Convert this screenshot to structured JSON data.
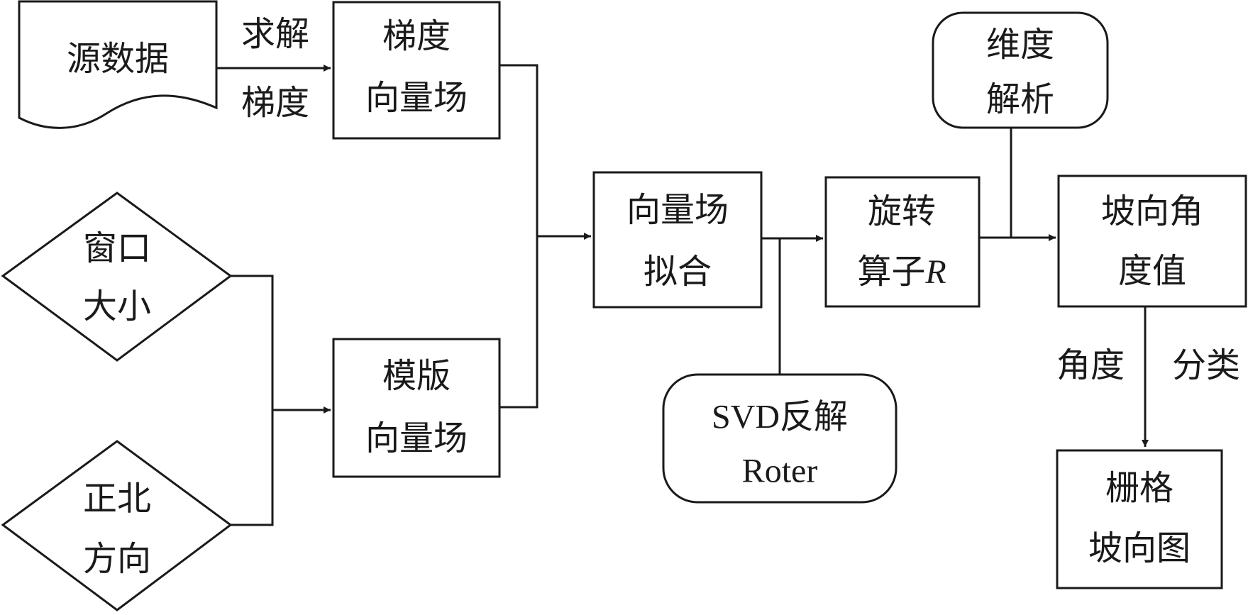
{
  "nodes": {
    "source_data": {
      "line1": "源数据"
    },
    "gradient_field": {
      "line1": "梯度",
      "line2": "向量场"
    },
    "window_size": {
      "line1": "窗口",
      "line2": "大小"
    },
    "north_direction": {
      "line1": "正北",
      "line2": "方向"
    },
    "template_field": {
      "line1": "模版",
      "line2": "向量场"
    },
    "field_fitting": {
      "line1": "向量场",
      "line2": "拟合"
    },
    "svd": {
      "line1": "SVD反解",
      "line2": "Roter"
    },
    "rotation_operator": {
      "line1": "旋转",
      "line2_prefix": "算子",
      "line2_symbol": "R"
    },
    "dimension_analysis": {
      "line1": "维度",
      "line2": "解析"
    },
    "slope_angle": {
      "line1": "坡向角",
      "line2": "度值"
    },
    "raster_aspect": {
      "line1": "栅格",
      "line2": "坡向图"
    }
  },
  "edge_labels": {
    "solve_top": "求解",
    "solve_bottom": "梯度",
    "angle_left": "角度",
    "angle_right": "分类"
  }
}
